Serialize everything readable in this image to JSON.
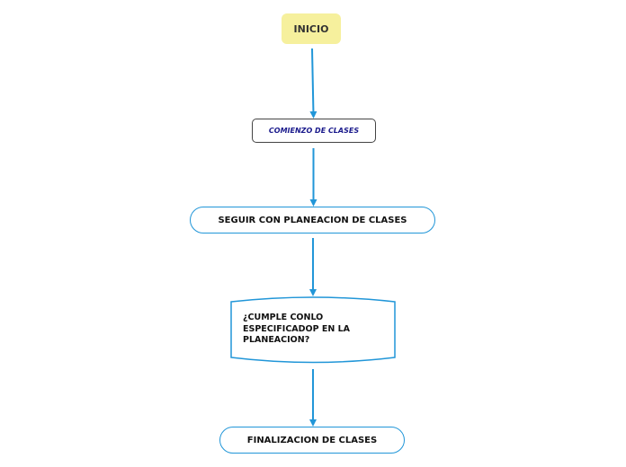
{
  "flowchart": {
    "nodes": {
      "inicio": "INICIO",
      "comienzo": "COMIENZO DE CLASES",
      "seguir": "SEGUIR CON PLANEACION DE CLASES",
      "cumple": "¿CUMPLE CONLO ESPECIFICADOP EN LA PLANEACION?",
      "final": "FINALIZACION DE CLASES"
    },
    "colors": {
      "connector": "#2196d8",
      "start_fill": "#f6f09d",
      "italic_text": "#1a1a8c",
      "box_border": "#444444"
    }
  }
}
